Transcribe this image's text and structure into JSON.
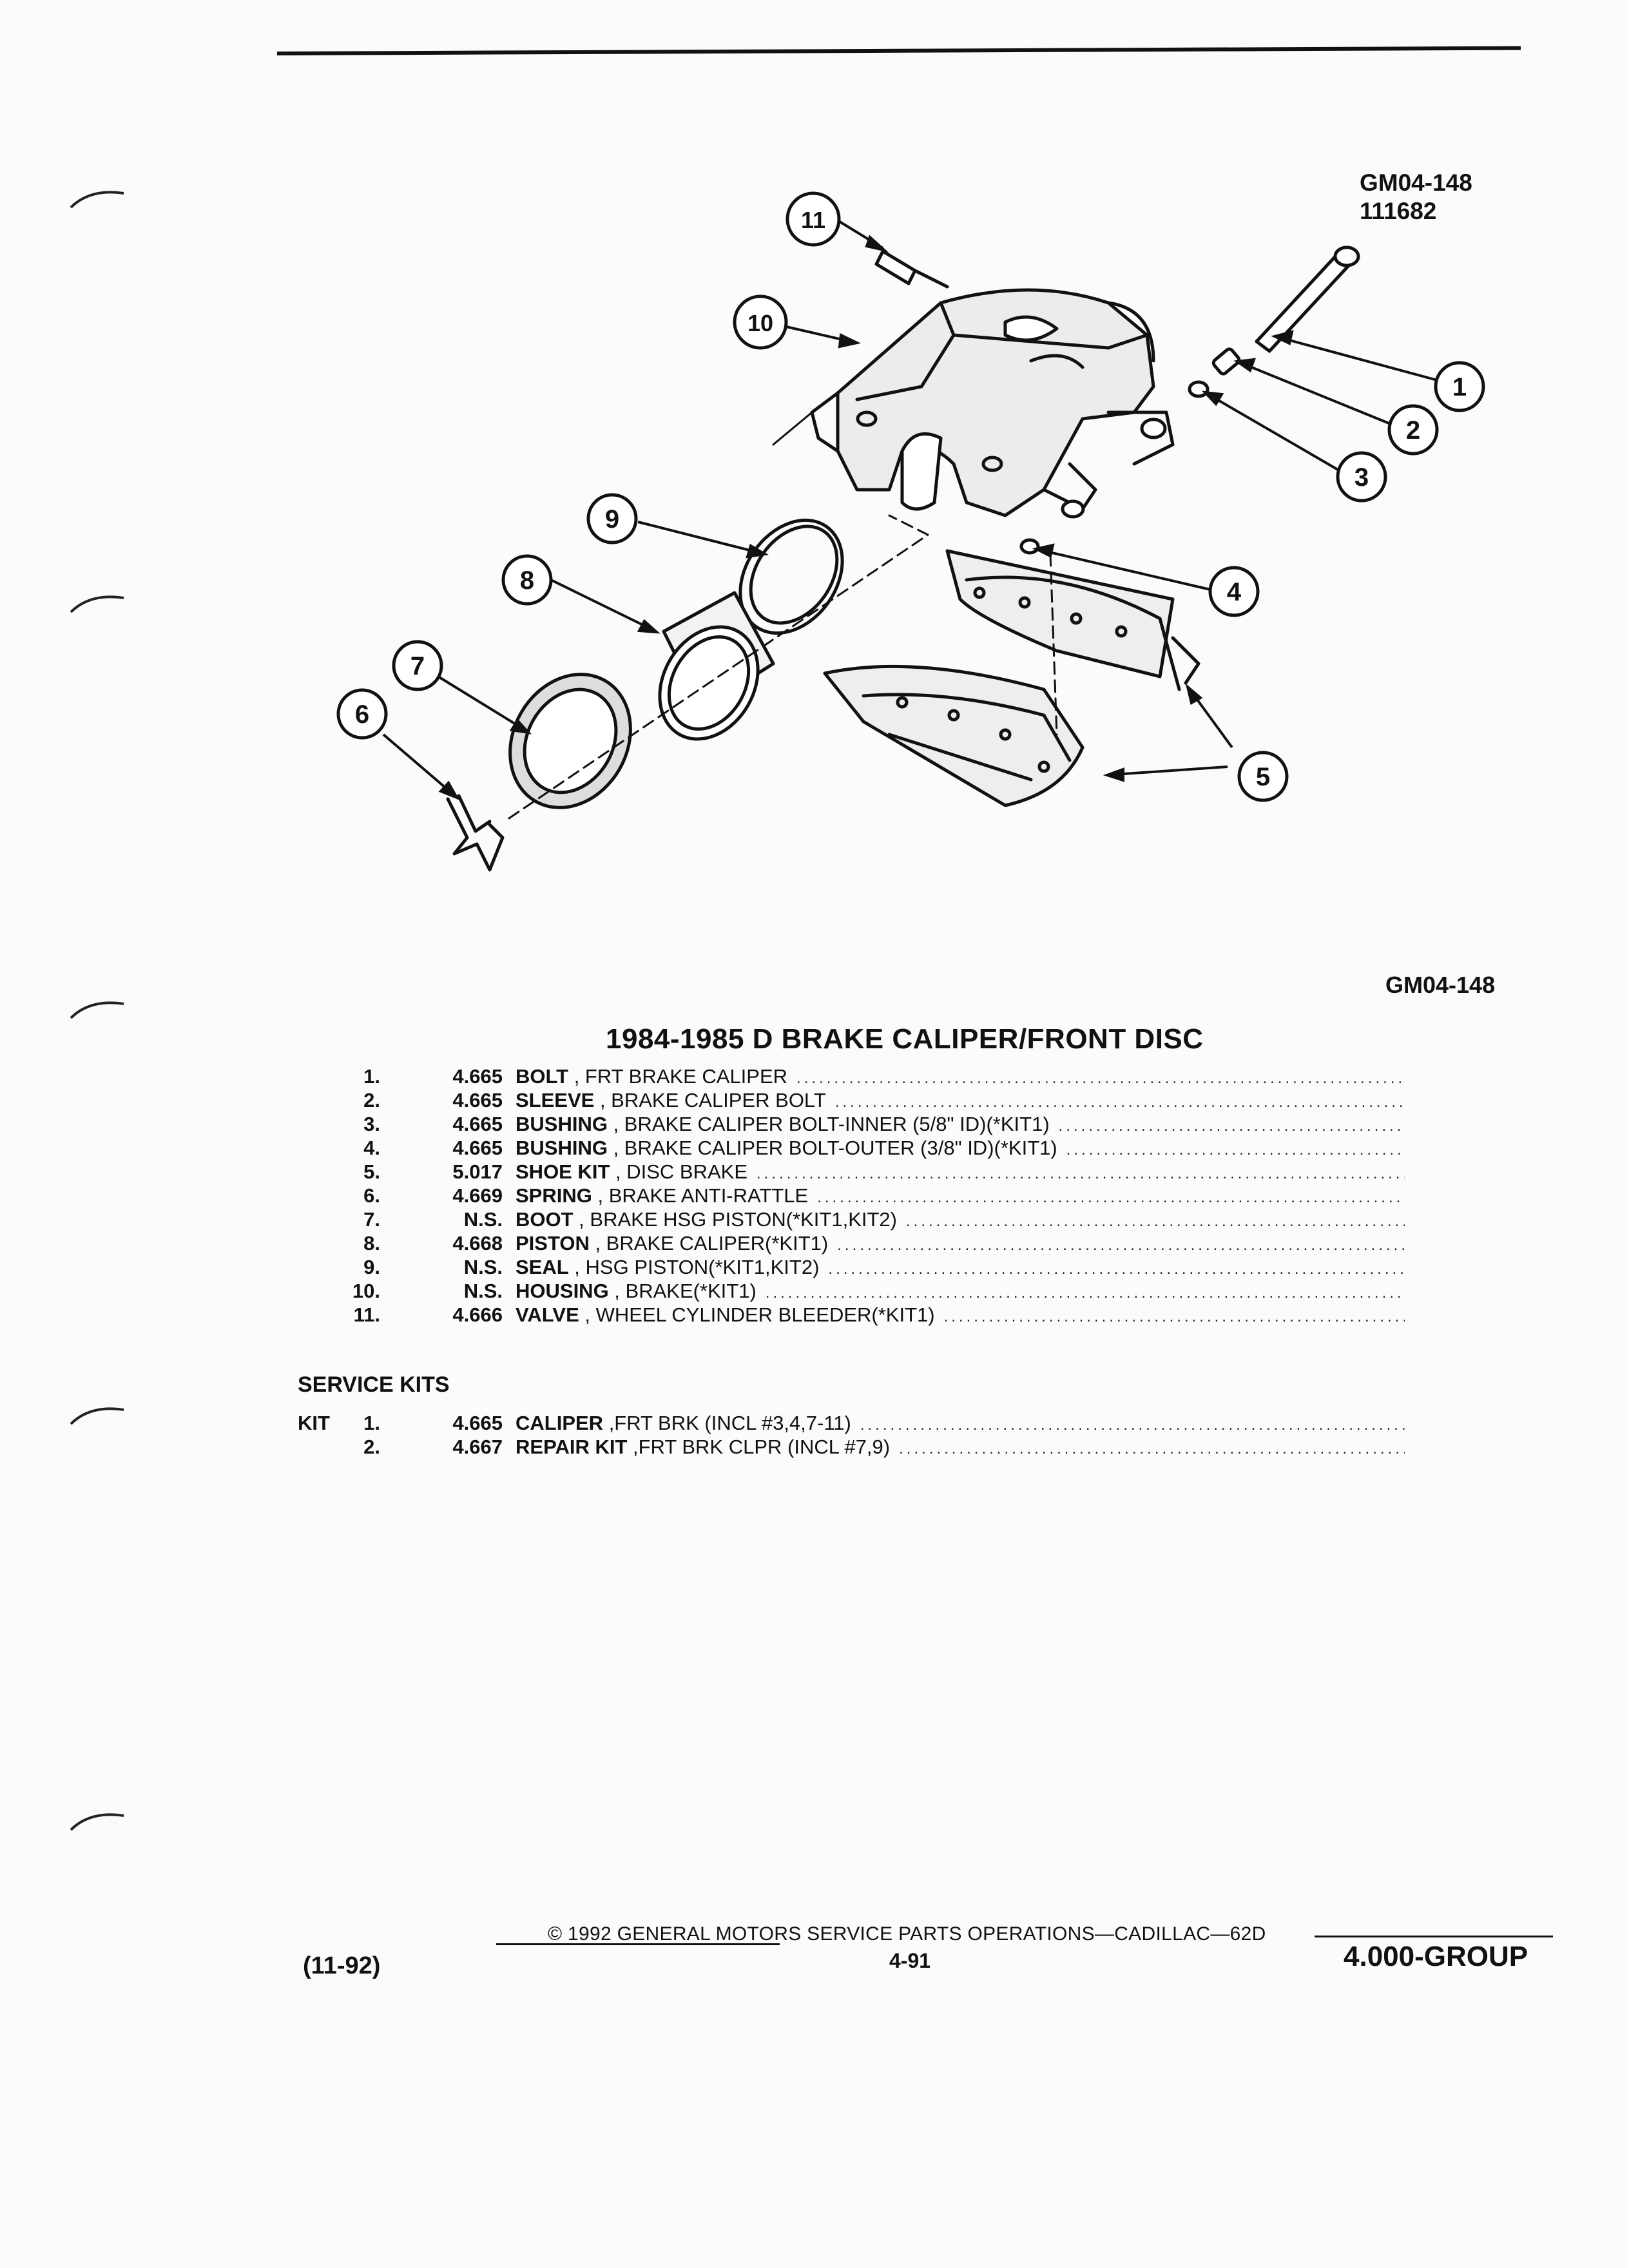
{
  "figure": {
    "code": "GM04-148",
    "number": "111682",
    "callouts": [
      "1",
      "2",
      "3",
      "4",
      "5",
      "6",
      "7",
      "8",
      "9",
      "10",
      "11"
    ],
    "caption_code": "GM04-148"
  },
  "title": "1984-1985 D BRAKE CALIPER/FRONT DISC",
  "parts": [
    {
      "num": "1.",
      "code": "4.665",
      "name": "BOLT",
      "desc": " , FRT BRAKE CALIPER"
    },
    {
      "num": "2.",
      "code": "4.665",
      "name": "SLEEVE",
      "desc": " , BRAKE CALIPER BOLT"
    },
    {
      "num": "3.",
      "code": "4.665",
      "name": "BUSHING",
      "desc": " , BRAKE CALIPER BOLT-INNER (5/8\" ID)(*KIT1)"
    },
    {
      "num": "4.",
      "code": "4.665",
      "name": "BUSHING",
      "desc": " , BRAKE CALIPER BOLT-OUTER (3/8\" ID)(*KIT1)"
    },
    {
      "num": "5.",
      "code": "5.017",
      "name": "SHOE KIT",
      "desc": " , DISC BRAKE"
    },
    {
      "num": "6.",
      "code": "4.669",
      "name": "SPRING",
      "desc": " , BRAKE ANTI-RATTLE"
    },
    {
      "num": "7.",
      "code": "N.S.",
      "name": "BOOT",
      "desc": " , BRAKE HSG PISTON(*KIT1,KIT2)"
    },
    {
      "num": "8.",
      "code": "4.668",
      "name": "PISTON",
      "desc": " , BRAKE CALIPER(*KIT1)"
    },
    {
      "num": "9.",
      "code": "N.S.",
      "name": "SEAL",
      "desc": " , HSG PISTON(*KIT1,KIT2)"
    },
    {
      "num": "10.",
      "code": "N.S.",
      "name": "HOUSING",
      "desc": " , BRAKE(*KIT1)"
    },
    {
      "num": "11.",
      "code": "4.666",
      "name": "VALVE",
      "desc": " , WHEEL CYLINDER BLEEDER(*KIT1)"
    }
  ],
  "service_kits": {
    "title": "SERVICE KITS",
    "prefix": "KIT",
    "items": [
      {
        "num": "1.",
        "code": "4.665",
        "name": "CALIPER",
        "desc": " ,FRT BRK (INCL #3,4,7-11)"
      },
      {
        "num": "2.",
        "code": "4.667",
        "name": "REPAIR KIT",
        "desc": " ,FRT BRK CLPR (INCL #7,9)"
      }
    ]
  },
  "footer": {
    "copyright": "© 1992 GENERAL MOTORS SERVICE PARTS OPERATIONS—CADILLAC—62D",
    "date": "(11-92)",
    "page": "4-91",
    "group": "4.000-GROUP"
  }
}
